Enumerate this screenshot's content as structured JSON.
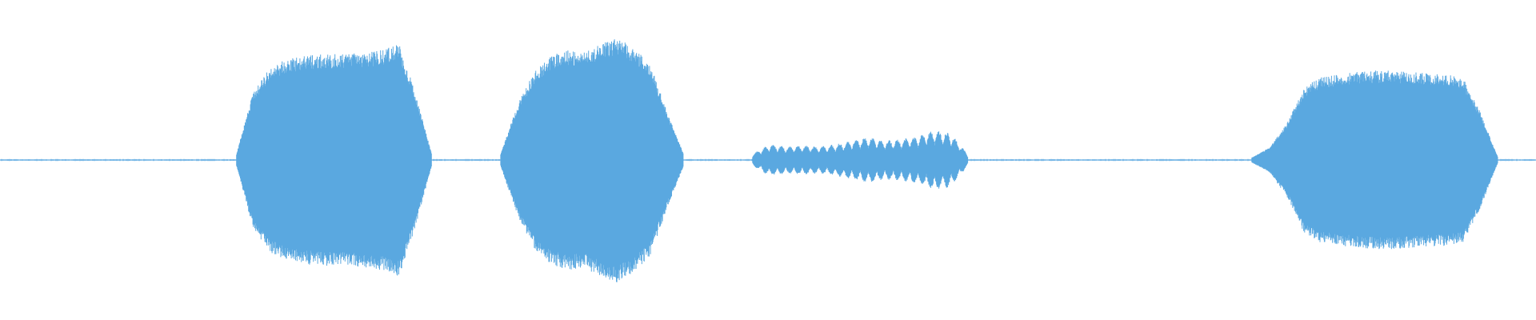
{
  "waveform": {
    "color": "#5aa8e0",
    "background": "#ffffff",
    "baseline_amplitude": 0.006,
    "segments": [
      {
        "name": "segment-1",
        "start": 0.154,
        "end": 0.281,
        "peak_amplitude": 0.95,
        "envelope": [
          0.05,
          0.55,
          0.75,
          0.82,
          0.85,
          0.86,
          0.87,
          0.87,
          0.88,
          0.9,
          0.95,
          0.55,
          0.05
        ],
        "texture": "dense"
      },
      {
        "name": "segment-2",
        "start": 0.326,
        "end": 0.445,
        "peak_amplitude": 1.0,
        "envelope": [
          0.05,
          0.45,
          0.72,
          0.85,
          0.9,
          0.88,
          0.95,
          1.0,
          0.92,
          0.78,
          0.4,
          0.05
        ],
        "texture": "dense"
      },
      {
        "name": "segment-3",
        "start": 0.49,
        "end": 0.63,
        "peak_amplitude": 0.25,
        "envelope": [
          0.05,
          0.13,
          0.11,
          0.12,
          0.11,
          0.13,
          0.16,
          0.19,
          0.16,
          0.17,
          0.2,
          0.25,
          0.22,
          0.05
        ],
        "texture": "bursty"
      },
      {
        "name": "segment-4",
        "start": 0.815,
        "end": 0.975,
        "peak_amplitude": 0.75,
        "envelope": [
          0.02,
          0.1,
          0.3,
          0.6,
          0.68,
          0.7,
          0.72,
          0.73,
          0.73,
          0.72,
          0.71,
          0.7,
          0.68,
          0.4,
          0.03
        ],
        "texture": "dense"
      }
    ]
  }
}
